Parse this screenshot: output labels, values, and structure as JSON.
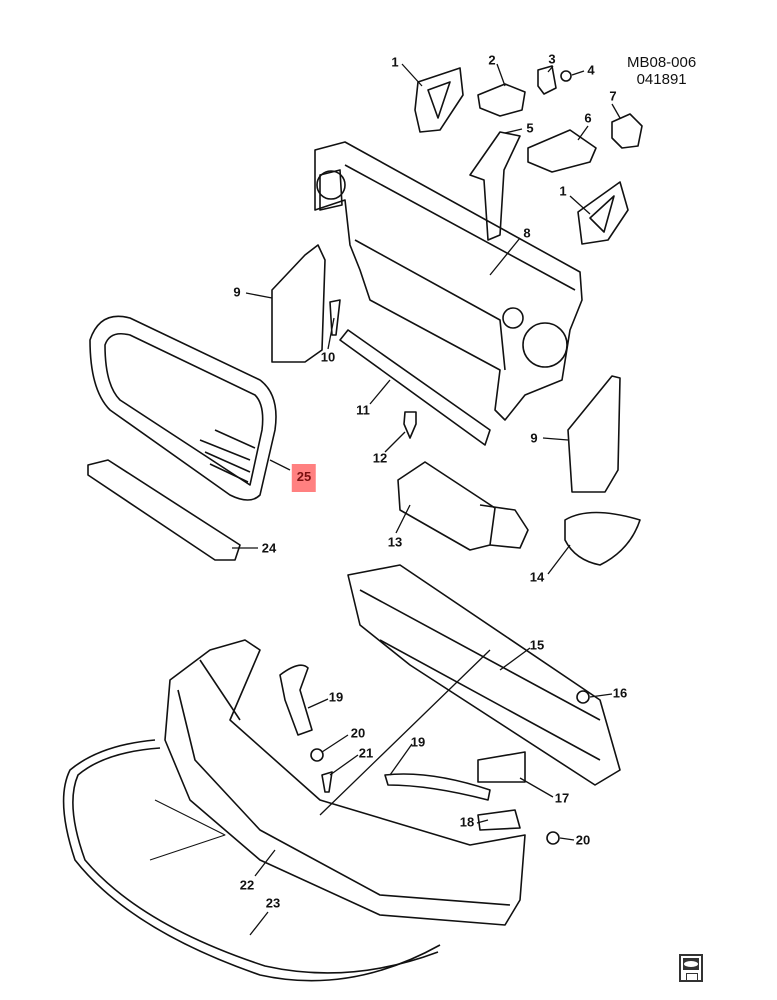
{
  "diagram": {
    "reference_code": "MB08-006",
    "reference_date": "041891",
    "highlight_color": "#ff8080",
    "callouts": [
      {
        "id": "c1a",
        "label": "1"
      },
      {
        "id": "c2",
        "label": "2"
      },
      {
        "id": "c3",
        "label": "3"
      },
      {
        "id": "c4",
        "label": "4"
      },
      {
        "id": "c5",
        "label": "5"
      },
      {
        "id": "c6",
        "label": "6"
      },
      {
        "id": "c7",
        "label": "7"
      },
      {
        "id": "c1b",
        "label": "1"
      },
      {
        "id": "c8",
        "label": "8"
      },
      {
        "id": "c9a",
        "label": "9"
      },
      {
        "id": "c10",
        "label": "10"
      },
      {
        "id": "c11",
        "label": "11"
      },
      {
        "id": "c12",
        "label": "12"
      },
      {
        "id": "c9b",
        "label": "9"
      },
      {
        "id": "c25",
        "label": "25",
        "highlighted": true
      },
      {
        "id": "c24",
        "label": "24"
      },
      {
        "id": "c13",
        "label": "13"
      },
      {
        "id": "c14",
        "label": "14"
      },
      {
        "id": "c15",
        "label": "15"
      },
      {
        "id": "c16",
        "label": "16"
      },
      {
        "id": "c19a",
        "label": "19"
      },
      {
        "id": "c20a",
        "label": "20"
      },
      {
        "id": "c21",
        "label": "21"
      },
      {
        "id": "c19b",
        "label": "19"
      },
      {
        "id": "c17",
        "label": "17"
      },
      {
        "id": "c18",
        "label": "18"
      },
      {
        "id": "c20b",
        "label": "20"
      },
      {
        "id": "c22",
        "label": "22"
      },
      {
        "id": "c23",
        "label": "23"
      }
    ],
    "badge_icon": "manual-page-icon"
  }
}
